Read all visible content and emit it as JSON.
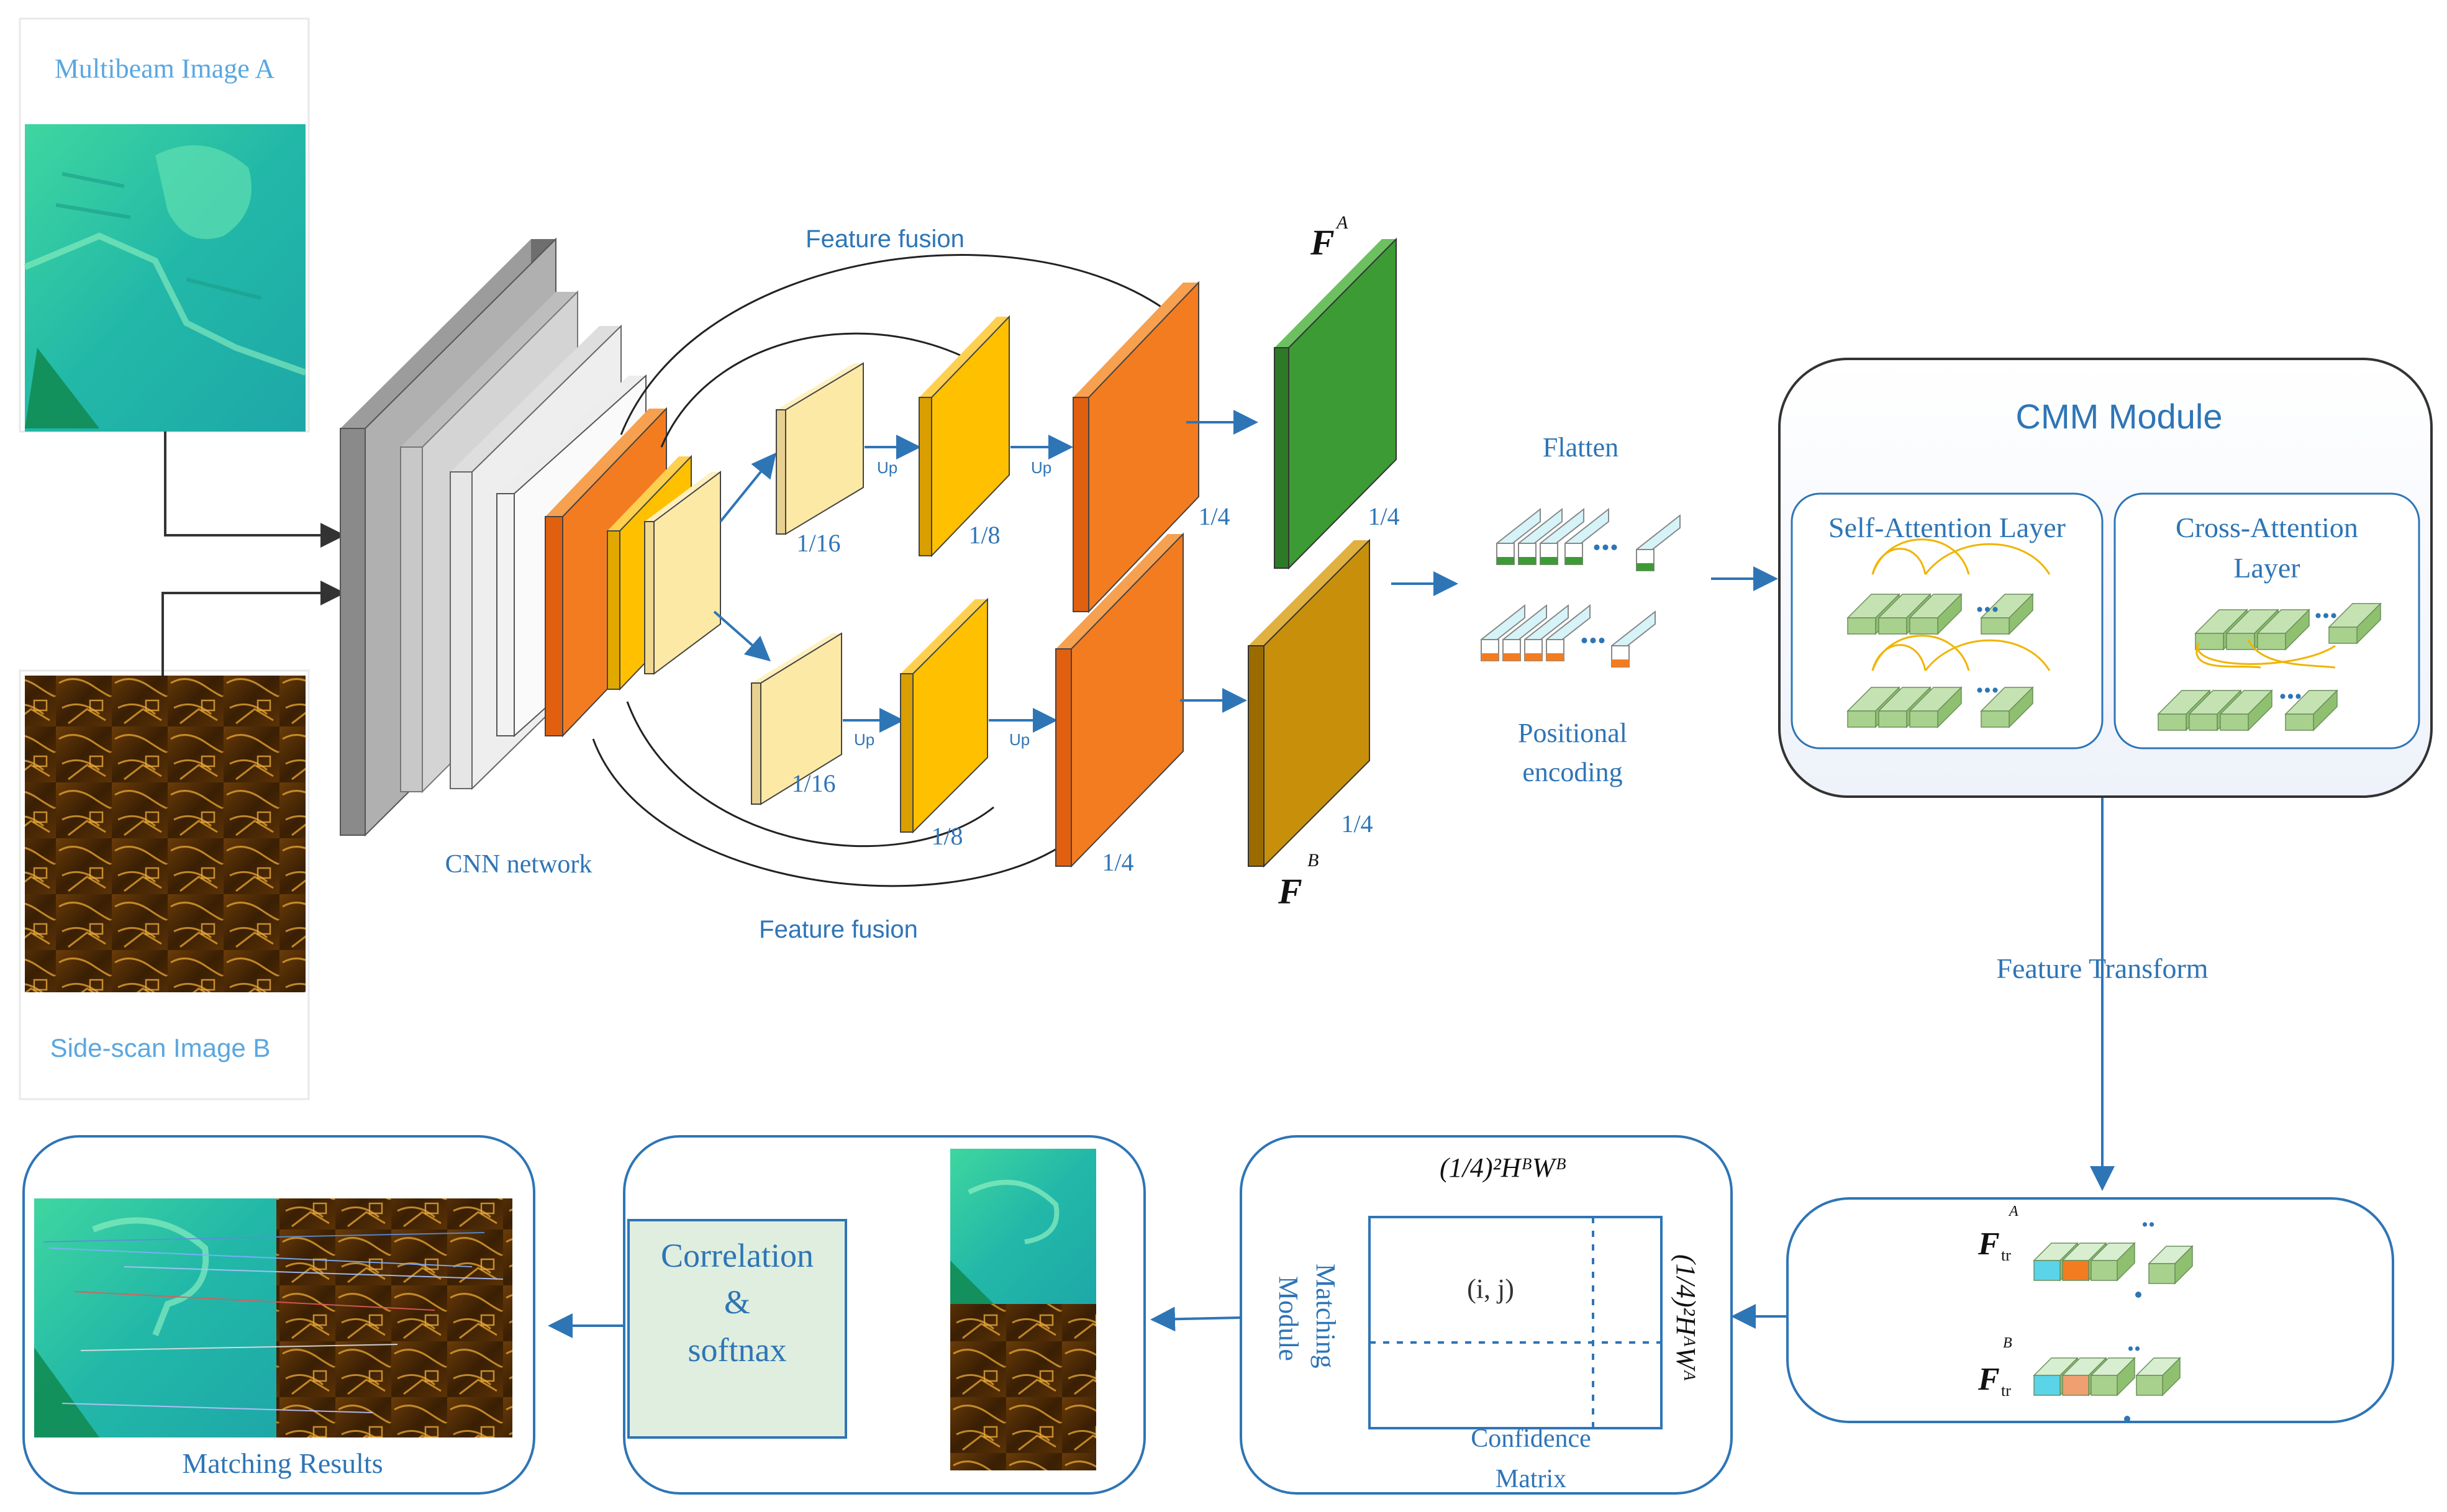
{
  "inputs": {
    "image_a_label": "Multibeam Image A",
    "image_b_label": "Side-scan Image B"
  },
  "backbone": {
    "cnn_label": "CNN network",
    "fusion_top": "Feature fusion",
    "fusion_bottom": "Feature fusion",
    "up": "Up",
    "scale_16": "1/16",
    "scale_8": "1/8",
    "scale_4": "1/4",
    "feature_a": "F",
    "feature_a_sup": "A",
    "feature_b": "F",
    "feature_b_sup": "B"
  },
  "flatten": {
    "label": "Flatten",
    "pos_line1": "Positional",
    "pos_line2": "encoding",
    "dots": "..."
  },
  "cmm": {
    "title": "CMM Module",
    "self_attention": "Self-Attention Layer",
    "cross_attention_line1": "Cross-Attention",
    "cross_attention_line2": "Layer"
  },
  "transform": {
    "label": "Feature Transform",
    "fa_main": "F",
    "fa_sub": "tr",
    "fa_sup": "A",
    "fb_main": "F",
    "fb_sub": "tr",
    "fb_sup": "B",
    "dots": ".."
  },
  "matching": {
    "module_line1": "Matching",
    "module_line2": "Module",
    "top_expr": "(1/4)²HᴮWᴮ",
    "side_expr": "(1/4)²HᴬWᴬ",
    "cell": "(i,  j)",
    "confidence_line1": "Confidence",
    "confidence_line2": "Matrix"
  },
  "correlation": {
    "line1": "Correlation",
    "line2": "&",
    "line3": "softnax"
  },
  "results": {
    "label": "Matching Results"
  },
  "colors": {
    "accent_blue": "#2e75b6",
    "orange": "#f47c20",
    "yellow": "#ffc000",
    "pale_yellow": "#fde9a6",
    "green": "#3d9b35",
    "brown": "#c8900a",
    "attn_green": "#a9d18e",
    "cyan": "#5bd3e8"
  }
}
